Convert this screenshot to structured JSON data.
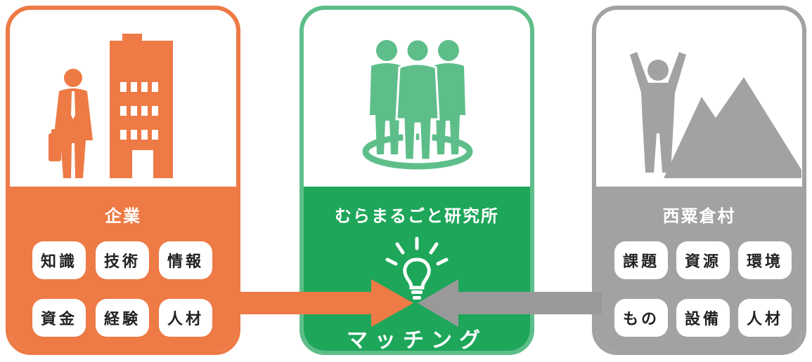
{
  "left_panel": {
    "title": "企業",
    "tags": [
      "知識",
      "技術",
      "情報",
      "資金",
      "経験",
      "人材"
    ],
    "icon": "businessman-building-icon",
    "color": "#ee7a45"
  },
  "center_panel": {
    "title": "むらまるごと研究所",
    "bottom_label": "マッチング",
    "icon": "group-of-people-icon",
    "idea_icon": "lightbulb-icon",
    "color": "#1ea65a"
  },
  "right_panel": {
    "title": "西粟倉村",
    "tags": [
      "課題",
      "資源",
      "環境",
      "もの",
      "設備",
      "人材"
    ],
    "icon": "person-mountain-icon",
    "color": "#a2a2a2"
  },
  "arrows": {
    "left_color": "#ee7a45",
    "right_color": "#999999"
  }
}
